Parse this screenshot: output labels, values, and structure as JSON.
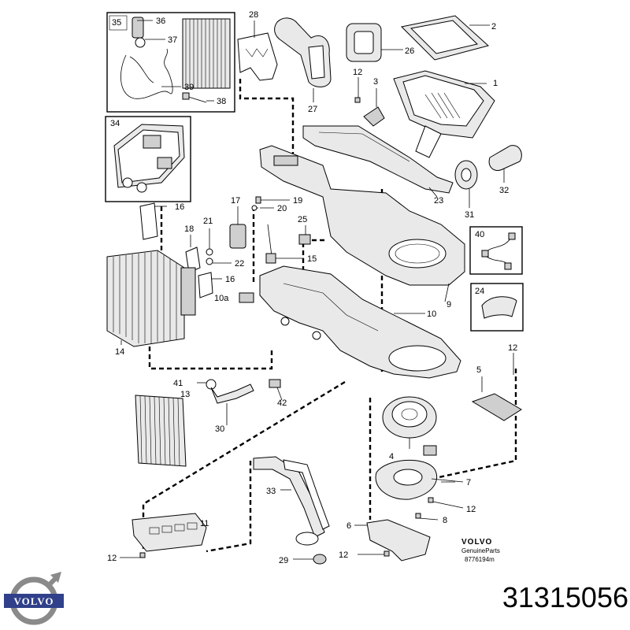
{
  "labels": {
    "p1": "1",
    "p2": "2",
    "p3": "3",
    "p4": "4",
    "p5": "5",
    "p6": "6",
    "p7": "7",
    "p8": "8",
    "p9": "9",
    "p10": "10",
    "p10a": "10a",
    "p11": "11",
    "p12": "12",
    "p13": "13",
    "p14": "14",
    "p15": "15",
    "p16": "16",
    "p17": "17",
    "p18": "18",
    "p19": "19",
    "p20": "20",
    "p21": "21",
    "p22": "22",
    "p23": "23",
    "p24": "24",
    "p25": "25",
    "p26": "26",
    "p27": "27",
    "p28": "28",
    "p29": "29",
    "p30": "30",
    "p31": "31",
    "p32": "32",
    "p33": "33",
    "p34": "34",
    "p35": "35",
    "p36": "36",
    "p37": "37",
    "p38": "38",
    "p39": "39",
    "p40": "40",
    "p41": "41",
    "p42": "42"
  },
  "stamp": {
    "brand": "VOLVO",
    "line1": "GenuineParts",
    "line2": "8776194m"
  },
  "logo": {
    "text": "VOLVO"
  },
  "part_number": "31315056"
}
